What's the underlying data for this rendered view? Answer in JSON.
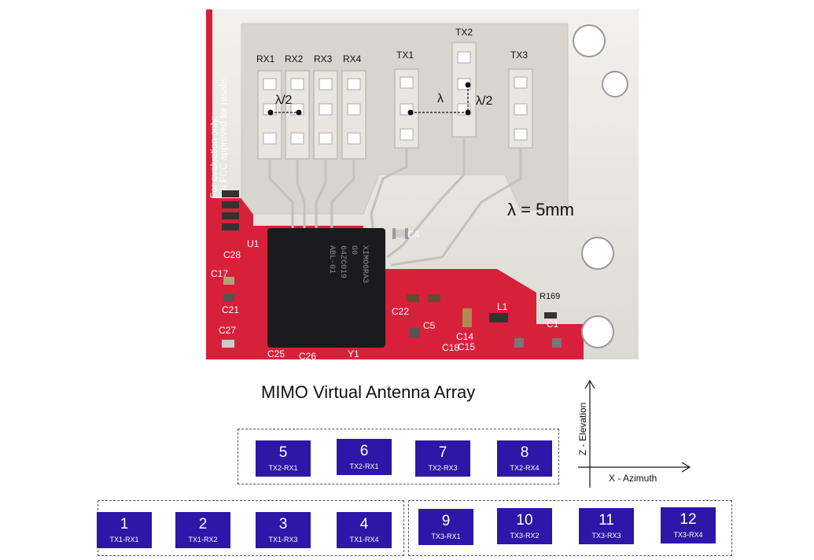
{
  "board": {
    "rx_labels": [
      "RX1",
      "RX2",
      "RX3",
      "RX4"
    ],
    "tx_labels": [
      "TX1",
      "TX2",
      "TX3"
    ],
    "half_lambda": "λ/2",
    "lambda": "λ",
    "lambda_eq": "λ = 5mm",
    "side_note_1": "For evaluation only;",
    "side_note_2": "not FCC approved for resale.",
    "silk_labels": [
      "C4",
      "U1",
      "C28",
      "C17",
      "C21",
      "C27",
      "C25",
      "C26",
      "Y1",
      "C22",
      "C5",
      "C18",
      "C14",
      "C15",
      "L1",
      "R169",
      "C1"
    ],
    "chip_text_1": "XIMO6RA3",
    "chip_text_2": "64ZC019",
    "chip_text_3": "ABL-01",
    "chip_text_4": "G0"
  },
  "title": "MIMO Virtual Antenna Array",
  "axes": {
    "vertical": "Z - Elevation",
    "horizontal": "X - Azimuth"
  },
  "colors": {
    "cell": "#2e16a8",
    "pcb_red": "#d9203a",
    "substrate": "#e6e4de"
  },
  "cells": [
    {
      "num": "1",
      "label": "TX1-RX1"
    },
    {
      "num": "2",
      "label": "TX1-RX2"
    },
    {
      "num": "3",
      "label": "TX1-RX3"
    },
    {
      "num": "4",
      "label": "TX1-RX4"
    },
    {
      "num": "5",
      "label": "TX2-RX1"
    },
    {
      "num": "6",
      "label": "TX2-RX1"
    },
    {
      "num": "7",
      "label": "TX2-RX3"
    },
    {
      "num": "8",
      "label": "TX2-RX4"
    },
    {
      "num": "9",
      "label": "TX3-RX1"
    },
    {
      "num": "10",
      "label": "TX3-RX2"
    },
    {
      "num": "11",
      "label": "TX3-RX3"
    },
    {
      "num": "12",
      "label": "TX3-RX4"
    }
  ]
}
